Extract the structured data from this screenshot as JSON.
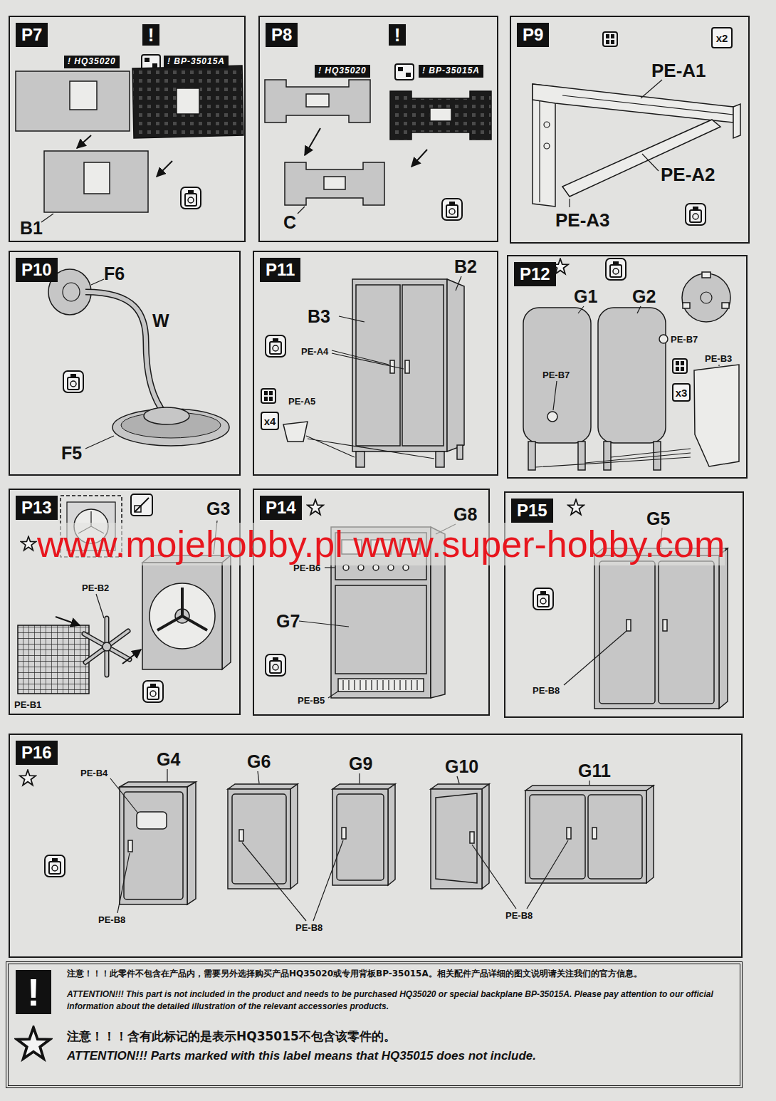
{
  "diagram": {
    "nodes": [
      {
        "text": [
          "P7"
        ]
      },
      {
        "text": [
          "!"
        ],
        "in": 0
      },
      {
        "text": [
          "! HQ35020"
        ],
        "in": 0
      },
      {
        "text": [
          "! BP-35015A"
        ],
        "in": 0
      },
      {
        "text": [
          "P8"
        ]
      },
      {
        "text": [
          "!"
        ],
        "in": 4
      },
      {
        "text": [
          "! HQ35020"
        ],
        "in": 4
      },
      {
        "text": [
          "! BP-35015A"
        ],
        "in": 4
      },
      {
        "text": [
          "P9"
        ]
      },
      {
        "text": [
          "x2"
        ],
        "in": 8
      },
      {
        "text": [
          "P10"
        ]
      },
      {
        "text": [
          "P11"
        ]
      },
      {
        "text": [
          "x4"
        ],
        "in": 11
      },
      {
        "text": [
          "P12"
        ]
      },
      {
        "text": [
          "x3"
        ],
        "in": 13
      },
      {
        "text": [
          "P13"
        ]
      },
      {
        "text": [
          "P14"
        ]
      },
      {
        "text": [
          "P15"
        ]
      },
      {
        "text": [
          "P16"
        ]
      },
      {
        "text": [
          "注意！！！此零件不包含在产品内，需要另外选择购买产品HQ35020或专用背板BP-35015A。相关配件产品详细的图文说明请关注我们的官方信息。",
          "ATTENTION!!! This part is not included in the product and needs to be purchased HQ35020 or special backplane BP-35015A. Please pay attention to our official information about the detailed illustration of the relevant accessories products.",
          "注意！！！含有此标记的是表示HQ35015不包含该零件的。",
          "ATTENTION!!! Parts marked with this label means that HQ35015 does not include."
        ]
      },
      {
        "text": [
          "!"
        ],
        "in": 19
      }
    ],
    "labels": [
      "B1",
      "C",
      "PE-A1",
      "PE-A2",
      "PE-A3",
      "F6",
      "W",
      "F5",
      "B2",
      "B3",
      "PE-A4",
      "PE-A5",
      "G1",
      "G2",
      "PE-B7",
      "PE-B3",
      "PE-B7",
      "www.mojehobby.pl www.super-hobby.com",
      "G3",
      "PE-B2",
      "PE-B1",
      "G8",
      "PE-B6",
      "G7",
      "PE-B5",
      "G5",
      "PE-B8",
      "G4",
      "G6",
      "G9",
      "G10",
      "G11",
      "PE-B4",
      "PE-B8",
      "PE-B8",
      "PE-B8"
    ]
  }
}
